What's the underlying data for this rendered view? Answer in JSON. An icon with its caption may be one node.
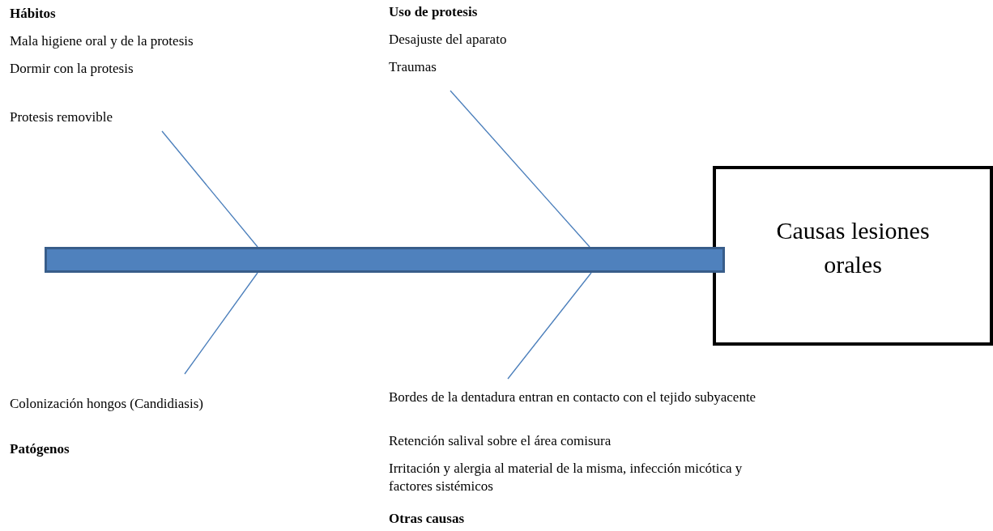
{
  "diagram": {
    "nodes": [
      {
        "text": [
          "Hábitos",
          "Mala higiene oral y de la protesis",
          "Dormir con la protesis",
          "Protesis removible"
        ]
      },
      {
        "text": [
          "Uso de protesis",
          "Desajuste del aparato",
          "Traumas"
        ]
      },
      {
        "text": [],
        "shape": "bar"
      },
      {
        "text": [
          "Causas lesiones orales"
        ]
      },
      {
        "text": [
          "Colonización hongos (Candidiasis)",
          "Patógenos"
        ]
      },
      {
        "text": [
          "Bordes de la dentadura entran en contacto con el tejido subyacente",
          "Retención salival sobre el área comisura",
          "Irritación y alergia al material de la misma, infección micótica y factores sistémicos",
          "Otras causas"
        ]
      }
    ],
    "edges": [
      {
        "from": 0,
        "to": 2,
        "arrow": "none"
      },
      {
        "from": 1,
        "to": 2,
        "arrow": "none"
      },
      {
        "from": 2,
        "to": 4,
        "arrow": "none"
      },
      {
        "from": 2,
        "to": 5,
        "arrow": "none"
      }
    ]
  }
}
